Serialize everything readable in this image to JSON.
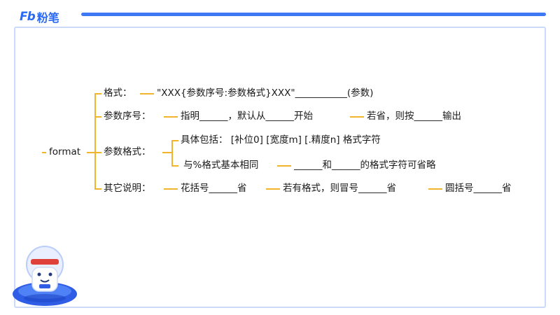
{
  "brand": {
    "mark": "Fb",
    "name": "粉笔",
    "color": "#2b6af3"
  },
  "accent_line_color": "#f2b42c",
  "root": "format",
  "branches": {
    "format_label": "格式：",
    "format_text": "\"XXX{参数序号:参数格式}XXX\"___________(参数)",
    "index_label": "参数序号：",
    "index_text1": "指明______，默认从______开始",
    "index_text2": "若省，则按______输出",
    "spec_label": "参数格式：",
    "spec_text1": "具体包括： [补位0] [宽度m] [.精度n] 格式字符",
    "spec_text2": "与%格式基本相同",
    "spec_text3": "______和______的格式字符可省略",
    "other_label": "其它说明：",
    "other_text1": "花括号______省",
    "other_text2": "若有格式，则冒号______省",
    "other_text3": "圆括号______省"
  }
}
